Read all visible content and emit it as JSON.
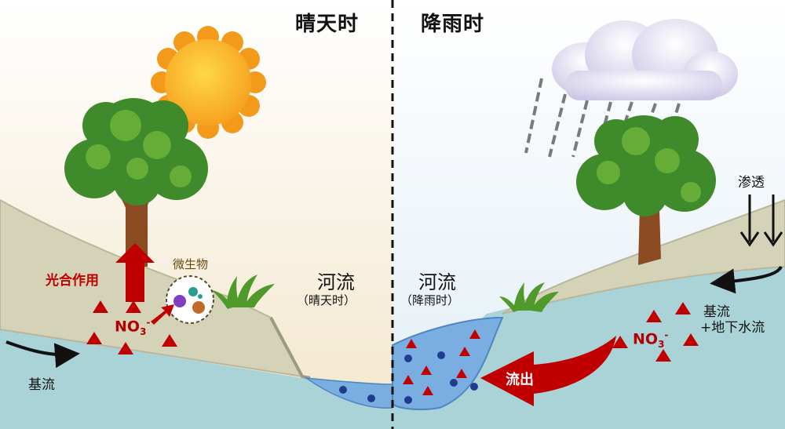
{
  "left_panel": {
    "title": "晴天时",
    "river_label": "河流",
    "river_sub": "（晴天时）",
    "photosynthesis": "光合作用",
    "microbes": "微生物",
    "nitrate": "NO",
    "nitrate_sub": "3",
    "nitrate_sup": "-",
    "baseflow": "基流"
  },
  "right_panel": {
    "title": "降雨时",
    "river_label": "河流",
    "river_sub": "（降雨时）",
    "infiltration": "渗透",
    "baseflow_line1": "基流",
    "baseflow_line2": "+地下水流",
    "outflow": "流出",
    "nitrate": "NO",
    "nitrate_sub": "3",
    "nitrate_sup": "-"
  },
  "icons": {
    "sun": "sun-icon",
    "cloud": "cloud-icon",
    "rain": "rain-icon",
    "tree": "tree-icon",
    "grass": "grass-icon",
    "microbe": "microbe-icon"
  },
  "colors": {
    "sky_sunny": "#f7edd6",
    "sky_rainy": "#e9f1f7",
    "soil": "#d4d3b8",
    "groundwater": "#a9d3d6",
    "river": "#7aaee0",
    "nitrate": "#c00000",
    "arrow_red": "#c00000"
  }
}
